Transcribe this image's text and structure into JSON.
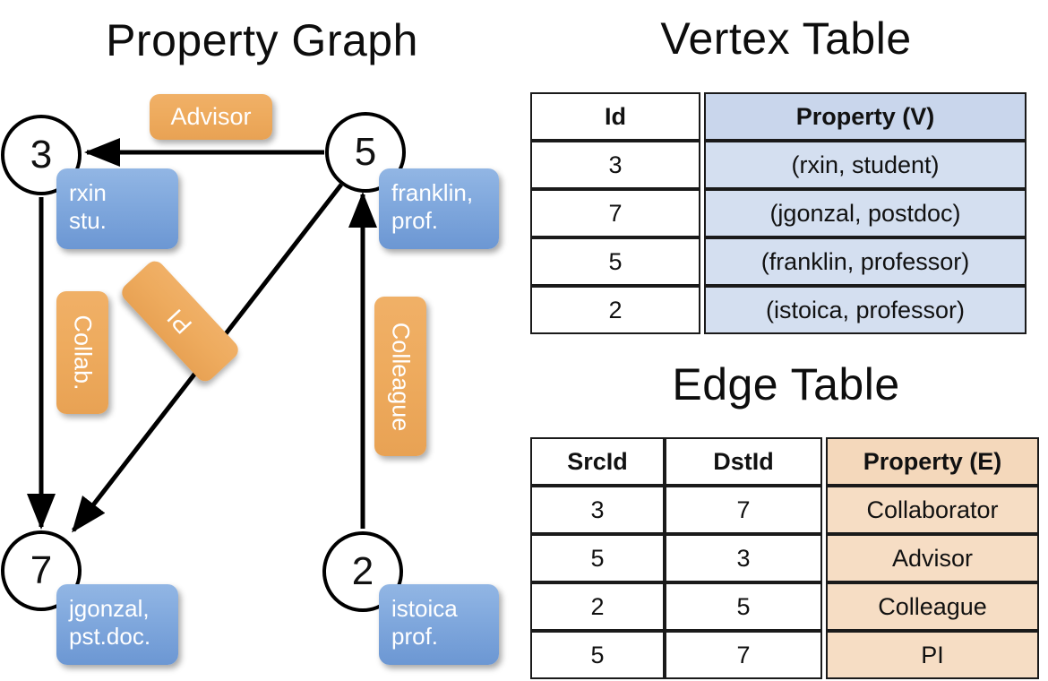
{
  "titles": {
    "property_graph": "Property Graph",
    "vertex_table": "Vertex Table",
    "edge_table": "Edge Table"
  },
  "graph": {
    "nodes": [
      {
        "id": "3",
        "name": "node-3",
        "property_lines": [
          "rxin",
          "stu."
        ]
      },
      {
        "id": "5",
        "name": "node-5",
        "property_lines": [
          "franklin,",
          "prof."
        ]
      },
      {
        "id": "7",
        "name": "node-7",
        "property_lines": [
          "jgonzal,",
          "pst.doc."
        ]
      },
      {
        "id": "2",
        "name": "node-2",
        "property_lines": [
          "istoica",
          "prof."
        ]
      }
    ],
    "node_labels": {
      "n3": "3",
      "n5": "5",
      "n7": "7",
      "n2": "2"
    },
    "vertex_boxes": {
      "rxin": {
        "line1": "rxin",
        "line2": "stu."
      },
      "franklin": {
        "line1": "franklin,",
        "line2": "prof."
      },
      "jgonzal": {
        "line1": "jgonzal,",
        "line2": "pst.doc."
      },
      "istoica": {
        "line1": "istoica",
        "line2": "prof."
      }
    },
    "edge_labels": {
      "advisor": "Advisor",
      "collab": "Collab.",
      "pi": "PI",
      "colleague": "Colleague"
    },
    "edges": [
      {
        "from": "5",
        "to": "3",
        "label": "Advisor"
      },
      {
        "from": "3",
        "to": "7",
        "label": "Collab."
      },
      {
        "from": "5",
        "to": "7",
        "label": "PI"
      },
      {
        "from": "2",
        "to": "5",
        "label": "Colleague"
      }
    ]
  },
  "vertex_table": {
    "headers": [
      "Id",
      "Property (V)"
    ],
    "rows": [
      {
        "id": "3",
        "property": "(rxin, student)"
      },
      {
        "id": "7",
        "property": "(jgonzal, postdoc)"
      },
      {
        "id": "5",
        "property": "(franklin, professor)"
      },
      {
        "id": "2",
        "property": "(istoica, professor)"
      }
    ]
  },
  "edge_table": {
    "headers": [
      "SrcId",
      "DstId",
      "Property (E)"
    ],
    "rows": [
      {
        "src": "3",
        "dst": "7",
        "property": "Collaborator"
      },
      {
        "src": "5",
        "dst": "3",
        "property": "Advisor"
      },
      {
        "src": "2",
        "dst": "5",
        "property": "Colleague"
      },
      {
        "src": "5",
        "dst": "7",
        "property": "PI"
      }
    ]
  },
  "colors": {
    "vertex_property_fill": "#d4dff0",
    "edge_property_fill": "#f6ddc4",
    "vertex_box": "#80a8dd",
    "edge_box": "#eeab5e",
    "stroke": "#000000"
  }
}
